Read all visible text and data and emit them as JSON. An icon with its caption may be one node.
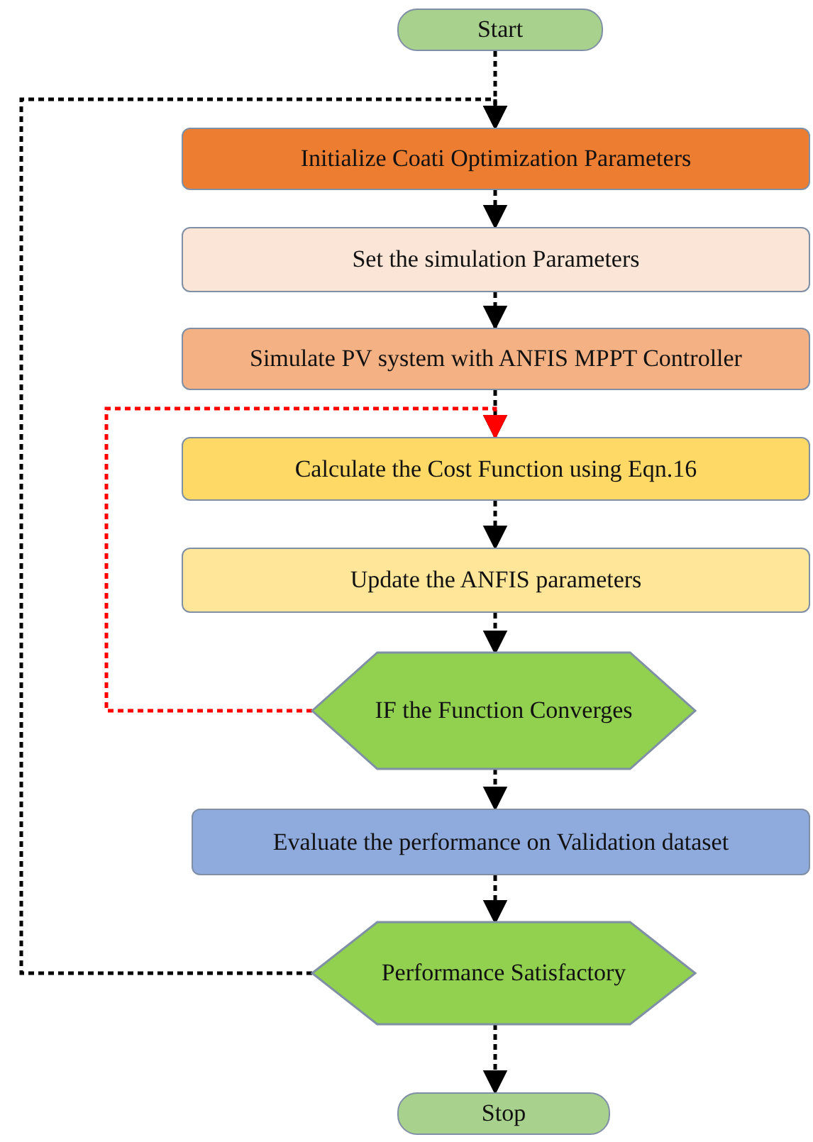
{
  "diagram": {
    "nodes": [
      {
        "text": [
          "Start"
        ]
      },
      {
        "text": [
          "Initialize Coati Optimization Parameters"
        ]
      },
      {
        "text": [
          "Set the simulation Parameters"
        ]
      },
      {
        "text": [
          "Simulate PV system with ANFIS MPPT Controller"
        ]
      },
      {
        "text": [
          "Calculate the Cost Function using Eqn.16"
        ]
      },
      {
        "text": [
          "Update the ANFIS parameters"
        ]
      },
      {
        "text": [
          "IF the Function Converges"
        ]
      },
      {
        "text": [
          "Evaluate the performance on Validation dataset"
        ]
      },
      {
        "text": [
          "Performance Satisfactory"
        ]
      },
      {
        "text": [
          "Stop"
        ]
      }
    ],
    "edges": [
      {
        "from": 0,
        "to": 1,
        "arrow": "to",
        "style": "dashed"
      },
      {
        "from": 1,
        "to": 2,
        "arrow": "to",
        "style": "dashed"
      },
      {
        "from": 2,
        "to": 3,
        "arrow": "to",
        "style": "dashed"
      },
      {
        "from": 3,
        "to": 4,
        "arrow": "to",
        "style": "dashed"
      },
      {
        "from": 4,
        "to": 5,
        "arrow": "to",
        "style": "dashed"
      },
      {
        "from": 5,
        "to": 6,
        "arrow": "to",
        "style": "dashed"
      },
      {
        "from": 6,
        "to": 7,
        "arrow": "to",
        "style": "dashed"
      },
      {
        "from": 7,
        "to": 8,
        "arrow": "to",
        "style": "dashed"
      },
      {
        "from": 8,
        "to": 9,
        "arrow": "to",
        "style": "dashed"
      },
      {
        "from": 6,
        "to": 4,
        "arrow": "to",
        "style": "dashed",
        "color": "#ff0000"
      },
      {
        "from": 8,
        "to": 1,
        "arrow": "to",
        "style": "dashed"
      }
    ]
  }
}
